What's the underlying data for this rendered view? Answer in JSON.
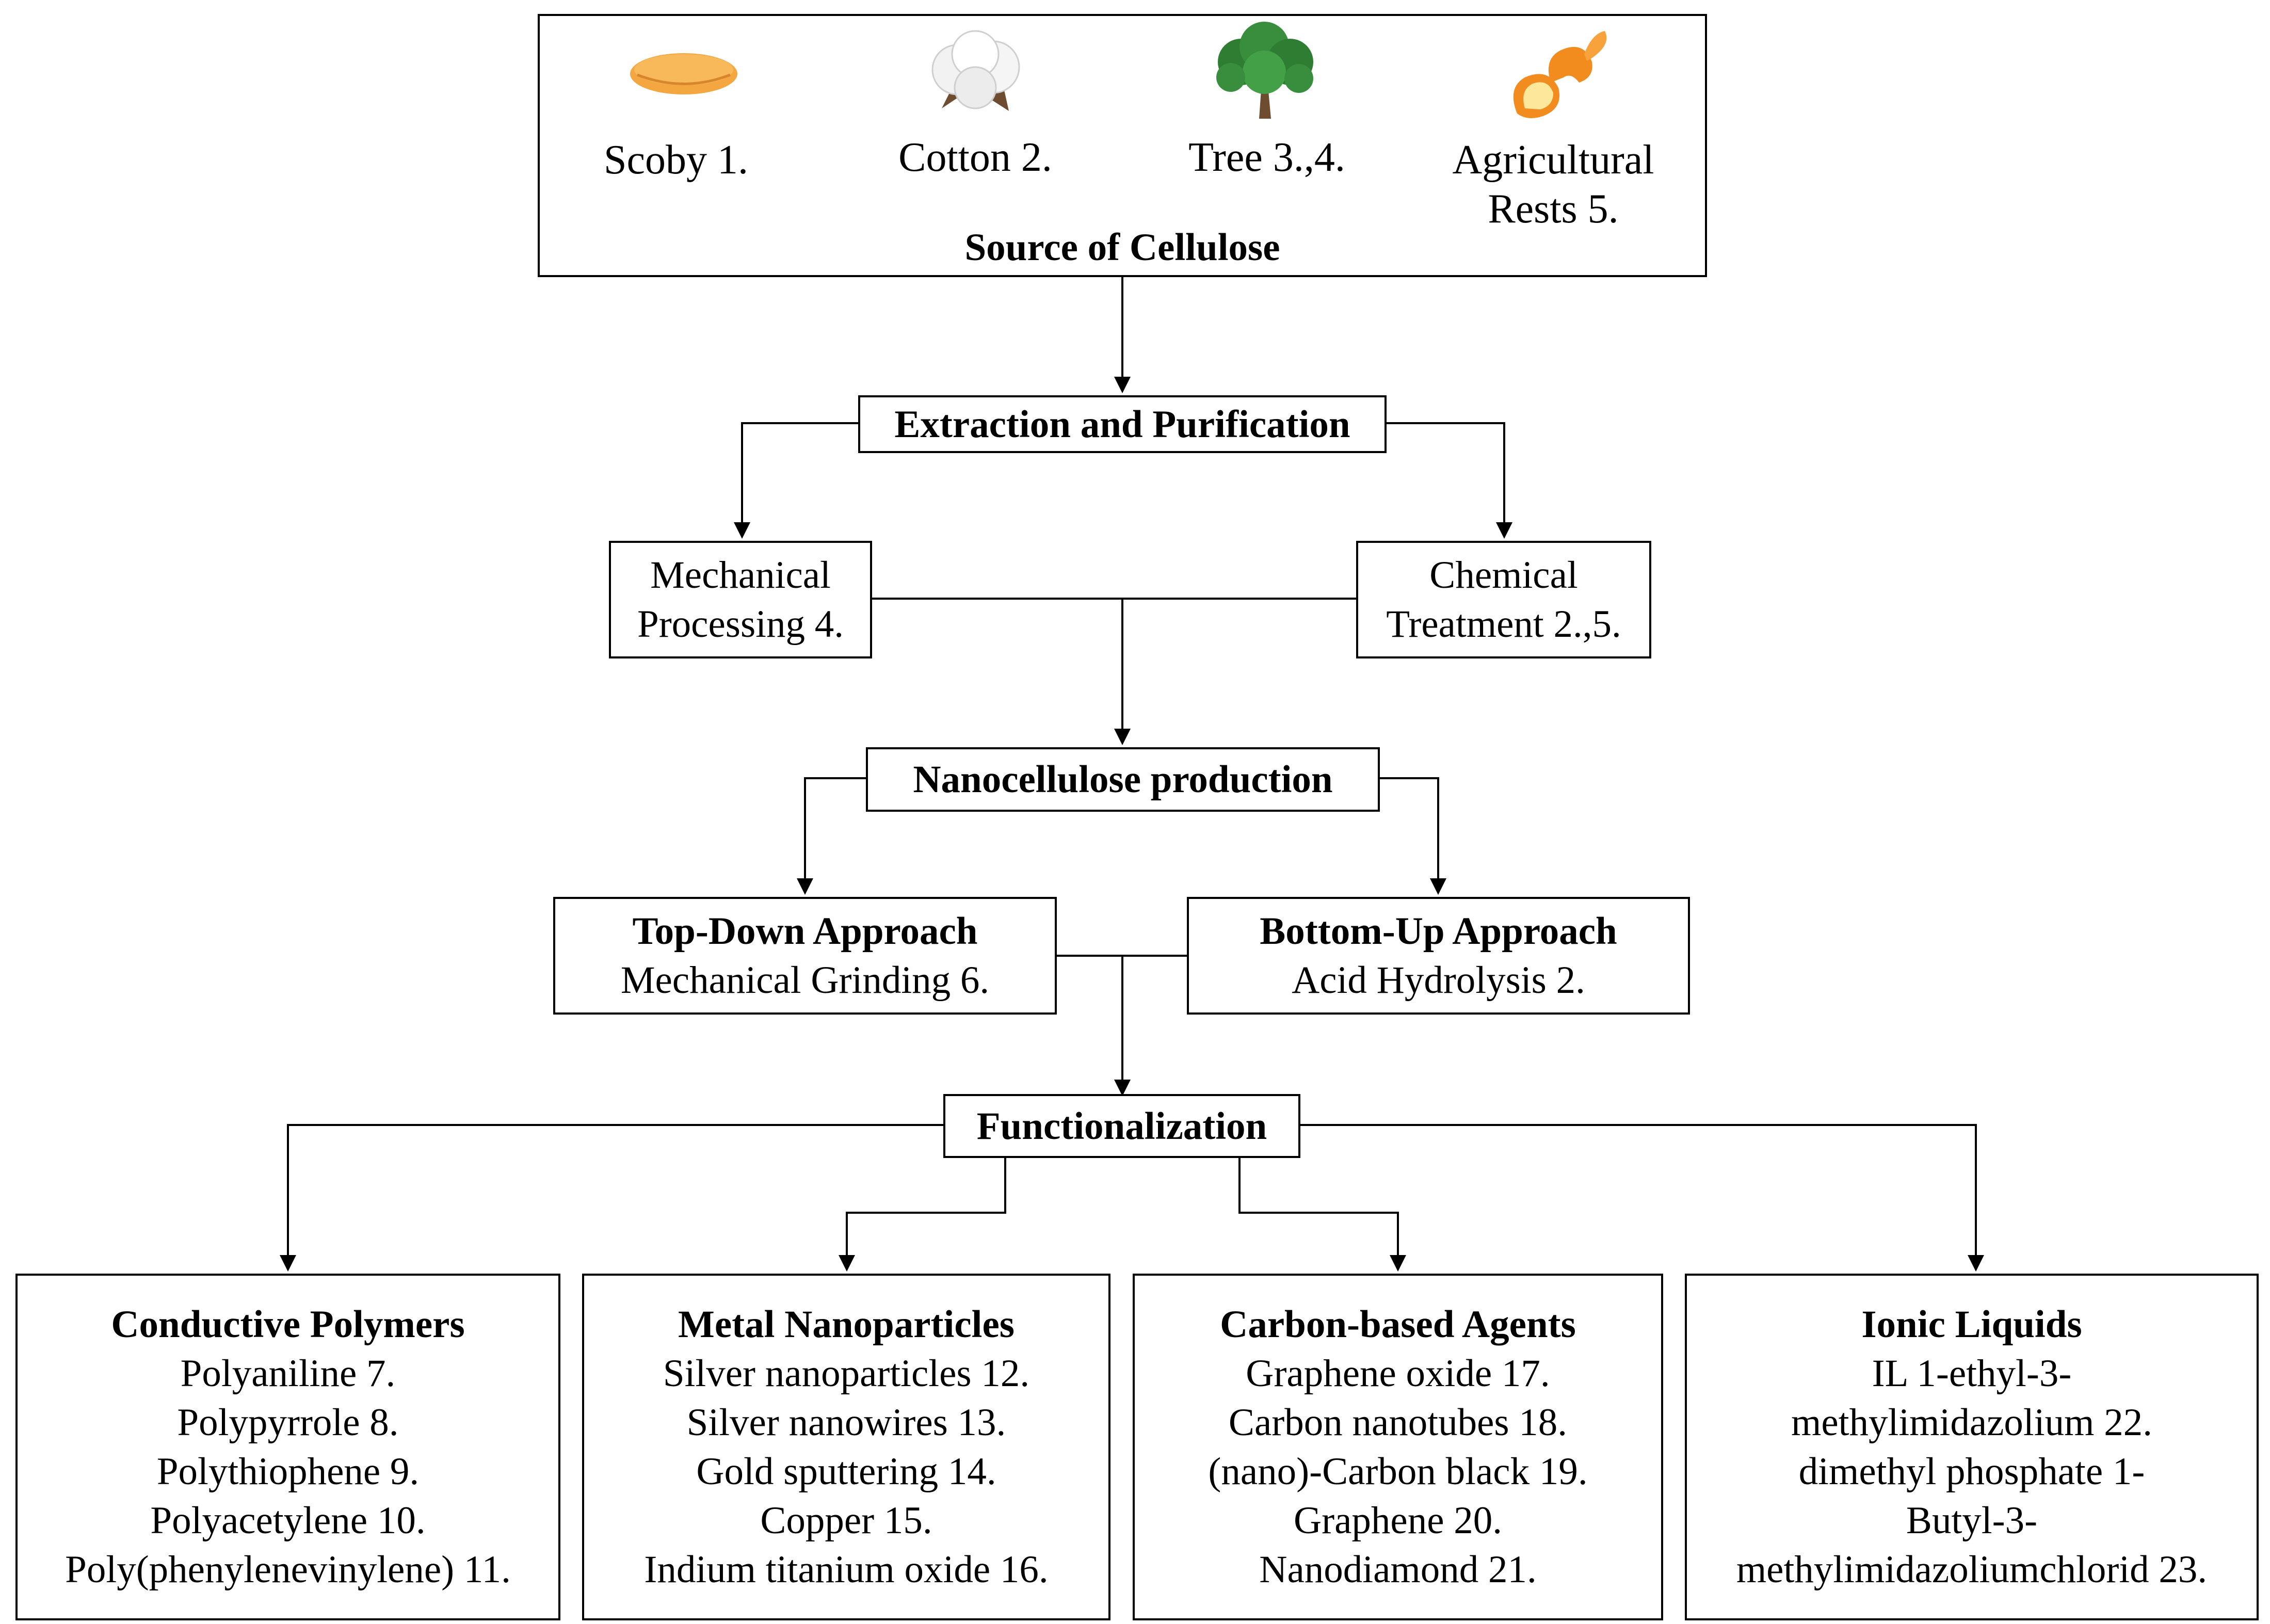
{
  "source": {
    "title": "Source of Cellulose",
    "items": [
      {
        "icon": "scoby-icon",
        "label": "Scoby 1."
      },
      {
        "icon": "cotton-icon",
        "label": "Cotton 2."
      },
      {
        "icon": "tree-icon",
        "label": "Tree 3.,4."
      },
      {
        "icon": "orange-peel-icon",
        "label_line1": "Agricultural",
        "label_line2": "Rests 5."
      }
    ]
  },
  "extraction": {
    "title": "Extraction and Purification"
  },
  "mechanical": {
    "line1": "Mechanical",
    "line2": "Processing 4."
  },
  "chemical": {
    "line1": "Chemical",
    "line2": "Treatment 2.,5."
  },
  "nanocellulose": {
    "title": "Nanocellulose production"
  },
  "top_down": {
    "title": "Top-Down Approach",
    "line1": "Mechanical Grinding 6."
  },
  "bottom_up": {
    "title": "Bottom-Up Approach",
    "line1": "Acid Hydrolysis 2."
  },
  "functionalization": {
    "title": "Functionalization"
  },
  "categories": [
    {
      "title": "Conductive Polymers",
      "items": [
        "Polyaniline 7.",
        "Polypyrrole 8.",
        "Polythiophene 9.",
        "Polyacetylene 10.",
        "Poly(phenylenevinylene) 11."
      ]
    },
    {
      "title": "Metal Nanoparticles",
      "items": [
        "Silver nanoparticles 12.",
        "Silver nanowires 13.",
        "Gold sputtering 14.",
        "Copper 15.",
        "Indium titanium oxide 16."
      ]
    },
    {
      "title": "Carbon-based Agents",
      "items": [
        "Graphene oxide 17.",
        "Carbon nanotubes 18.",
        "(nano)-Carbon black 19.",
        "Graphene 20.",
        "Nanodiamond 21."
      ]
    },
    {
      "title": "Ionic Liquids",
      "items": [
        "IL 1-ethyl-3-",
        "methylimidazolium 22.",
        "dimethyl phosphate 1-",
        "Butyl-3-",
        "methylimidazoliumchlorid 23."
      ]
    }
  ],
  "colors": {
    "line": "#000000",
    "box_fill": "#ffffff",
    "scoby": "#f4a640",
    "tree_leaf": "#2e7d32",
    "trunk": "#6d4c2f",
    "orange": "#f28c1e"
  }
}
